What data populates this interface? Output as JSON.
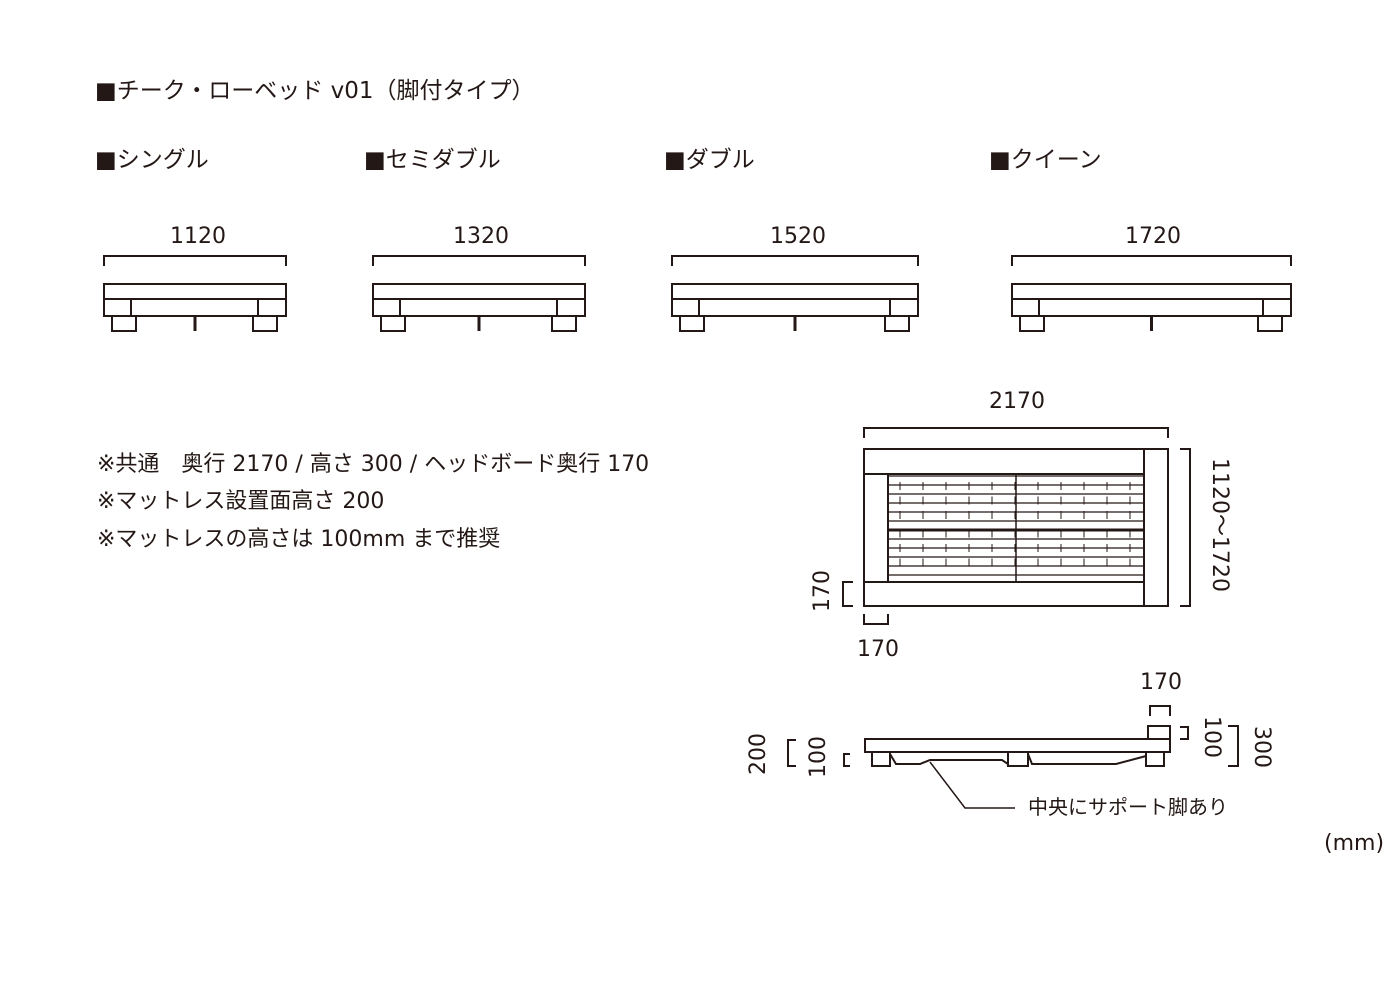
{
  "title": "■チーク・ローベッド v01（脚付タイプ）",
  "sizes": [
    {
      "label": "■シングル",
      "width": "1120",
      "width_mm": 1120
    },
    {
      "label": "■セミダブル",
      "width": "1320",
      "width_mm": 1320
    },
    {
      "label": "■ダブル",
      "width": "1520",
      "width_mm": 1520
    },
    {
      "label": "■クイーン",
      "width": "1720",
      "width_mm": 1720
    }
  ],
  "notes": [
    "※共通　奥行 2170 / 高さ 300 / ヘッドボード奥行 170",
    "※マットレス設置面高さ 200",
    "※マットレスの高さは 100mm まで推奨"
  ],
  "plan_view": {
    "length": "2170",
    "width_range": "1120～1720",
    "side_rail": "170",
    "end_rail": "170"
  },
  "side_view": {
    "headboard_depth": "170",
    "headboard_height": "100",
    "total_height": "300",
    "platform_height": "200",
    "leg_height": "100",
    "callout": "中央にサポート脚あり"
  },
  "unit": "(mm)",
  "colors": {
    "line": "#231815"
  }
}
